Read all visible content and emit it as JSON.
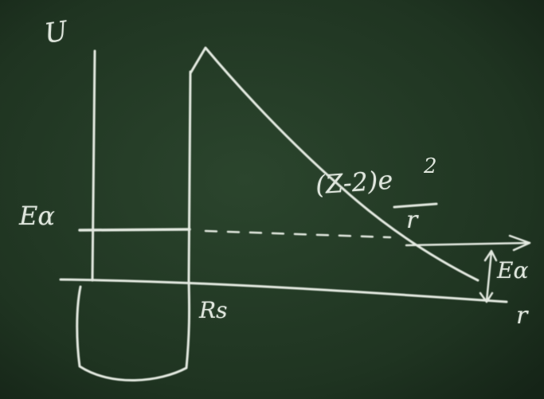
{
  "colors": {
    "board": "#243a26",
    "chalk": "#e3e9e0"
  },
  "labels": {
    "potential_axis": "U",
    "alpha_energy_left": "Eα",
    "nuclear_radius": "Rs",
    "barrier_expression_top": "(Z-2)e",
    "barrier_expression_exponent": "2",
    "barrier_expression_denominator": "r",
    "alpha_energy_right": "Eα",
    "radial_axis": "r"
  }
}
